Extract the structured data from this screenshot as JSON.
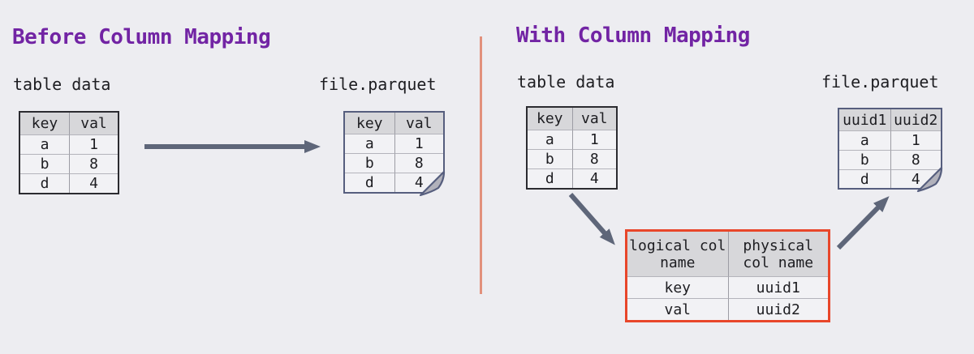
{
  "colors": {
    "background": "#ededf1",
    "title_purple": "#7224a4",
    "blue": "#2f9fdc",
    "green": "#28a547",
    "red_border": "#e8462a",
    "divider_salmon": "#e2917c",
    "arrow_slate": "#5e6679"
  },
  "left_panel": {
    "title": "Before Column Mapping",
    "table_data": {
      "label": "table data",
      "headers": [
        "key",
        "val"
      ],
      "rows": [
        [
          "a",
          "1"
        ],
        [
          "b",
          "8"
        ],
        [
          "d",
          "4"
        ]
      ]
    },
    "parquet_file": {
      "label": "file.parquet",
      "headers": [
        "key",
        "val"
      ],
      "rows": [
        [
          "a",
          "1"
        ],
        [
          "b",
          "8"
        ],
        [
          "d",
          "4"
        ]
      ]
    }
  },
  "right_panel": {
    "title": "With Column Mapping",
    "table_data": {
      "label": "table data",
      "headers": [
        "key",
        "val"
      ],
      "rows": [
        [
          "a",
          "1"
        ],
        [
          "b",
          "8"
        ],
        [
          "d",
          "4"
        ]
      ]
    },
    "parquet_file": {
      "label": "file.parquet",
      "headers": [
        "uuid1",
        "uuid2"
      ],
      "rows": [
        [
          "a",
          "1"
        ],
        [
          "b",
          "8"
        ],
        [
          "d",
          "4"
        ]
      ]
    },
    "mapping_table": {
      "headers": [
        "logical col name",
        "physical col name"
      ],
      "rows": [
        [
          "key",
          "uuid1"
        ],
        [
          "val",
          "uuid2"
        ]
      ]
    }
  }
}
